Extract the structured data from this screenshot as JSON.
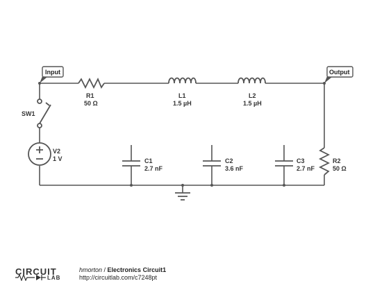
{
  "components": {
    "R1": {
      "name": "R1",
      "value": "50 Ω"
    },
    "L1": {
      "name": "L1",
      "value": "1.5 µH"
    },
    "L2": {
      "name": "L2",
      "value": "1.5 µH"
    },
    "C1": {
      "name": "C1",
      "value": "2.7 nF"
    },
    "C2": {
      "name": "C2",
      "value": "3.6 nF"
    },
    "C3": {
      "name": "C3",
      "value": "2.7 nF"
    },
    "R2": {
      "name": "R2",
      "value": "50 Ω"
    },
    "V2": {
      "name": "V2",
      "value": "1 V"
    },
    "SW1": {
      "name": "SW1"
    }
  },
  "tags": {
    "input": "Input",
    "output": "Output"
  },
  "footer": {
    "logo_top": "CIRCUIT",
    "logo_bottom": "LAB",
    "user": "hmorton",
    "separator": " / ",
    "title": "Electronics Circuit1",
    "url": "http://circuitlab.com/c7248pt"
  }
}
